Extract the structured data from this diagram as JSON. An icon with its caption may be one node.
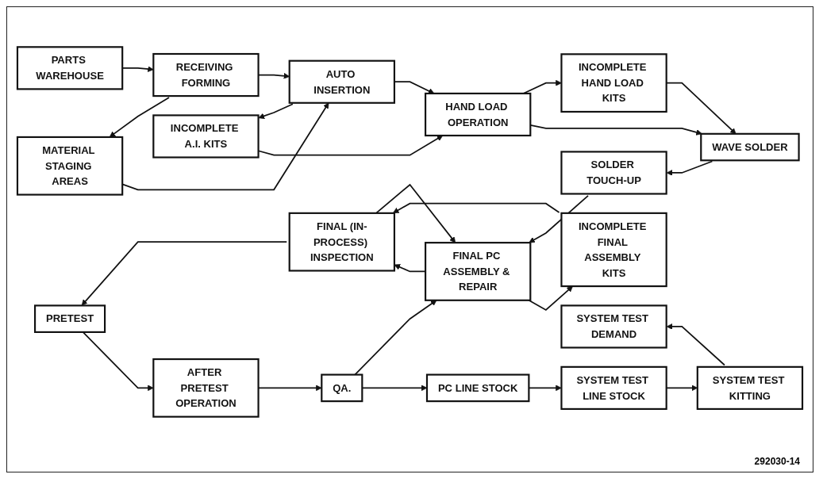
{
  "diagram": {
    "nodes": [
      {
        "text": [
          "PARTS WAREHOUSE"
        ]
      },
      {
        "text": [
          "RECEIVING FORMING"
        ]
      },
      {
        "text": [
          "INCOMPLETE A.I. KITS"
        ]
      },
      {
        "text": [
          "AUTO INSERTION"
        ]
      },
      {
        "text": [
          "INCOMPLETE HAND LOAD KITS"
        ]
      },
      {
        "text": [
          "HAND LOAD OPERATION"
        ]
      },
      {
        "text": [
          "WAVE SOLDER"
        ]
      },
      {
        "text": [
          "MATERIAL STAGING AREAS"
        ]
      },
      {
        "text": [
          "PRETEST"
        ]
      },
      {
        "text": [
          "FINAL (IN-PROCESS) INSPECTION"
        ]
      },
      {
        "text": [
          "FINAL PC ASSEMBLY & REPAIR"
        ]
      },
      {
        "text": [
          "SOLDER TOUCH-UP"
        ]
      },
      {
        "text": [
          "INCOMPLETE FINAL ASSEMBLY KITS"
        ]
      },
      {
        "text": [
          "AFTER PRETEST OPERATION"
        ]
      },
      {
        "text": [
          "QA."
        ]
      },
      {
        "text": [
          "PC LINE STOCK"
        ]
      },
      {
        "text": [
          "SYSTEM TEST LINE STOCK"
        ]
      },
      {
        "text": [
          "SYSTEM TEST DEMAND"
        ]
      },
      {
        "text": [
          "SYSTEM TEST KITTING"
        ]
      }
    ],
    "edges": [
      {
        "from": 0,
        "to": 1,
        "arrow": "to"
      },
      {
        "from": 1,
        "to": 7,
        "arrow": "to"
      },
      {
        "from": 7,
        "to": 3,
        "arrow": "to"
      },
      {
        "from": 1,
        "to": 3,
        "arrow": "to"
      },
      {
        "from": 3,
        "to": 2,
        "arrow": "to"
      },
      {
        "from": 2,
        "to": 5,
        "arrow": "to"
      },
      {
        "from": 3,
        "to": 5,
        "arrow": "to"
      },
      {
        "from": 5,
        "to": 4,
        "arrow": "to"
      },
      {
        "from": 4,
        "to": 6,
        "arrow": "to"
      },
      {
        "from": 5,
        "to": 6,
        "arrow": "to"
      },
      {
        "from": 6,
        "to": 11,
        "arrow": "to"
      },
      {
        "from": 11,
        "to": 10,
        "arrow": "to"
      },
      {
        "from": 10,
        "to": 9,
        "arrow": "to"
      },
      {
        "from": 9,
        "to": 10,
        "arrow": "to"
      },
      {
        "from": 10,
        "to": 12,
        "arrow": "to"
      },
      {
        "from": 12,
        "to": 9,
        "arrow": "to"
      },
      {
        "from": 14,
        "to": 10,
        "arrow": "to"
      },
      {
        "from": 9,
        "to": 8,
        "arrow": "to"
      },
      {
        "from": 8,
        "to": 13,
        "arrow": "to"
      },
      {
        "from": 13,
        "to": 14,
        "arrow": "to"
      },
      {
        "from": 14,
        "to": 15,
        "arrow": "to"
      },
      {
        "from": 15,
        "to": 16,
        "arrow": "to"
      },
      {
        "from": 16,
        "to": 18,
        "arrow": "to"
      },
      {
        "from": 18,
        "to": 17,
        "arrow": "to"
      }
    ],
    "labels": [
      "292030-14"
    ]
  }
}
